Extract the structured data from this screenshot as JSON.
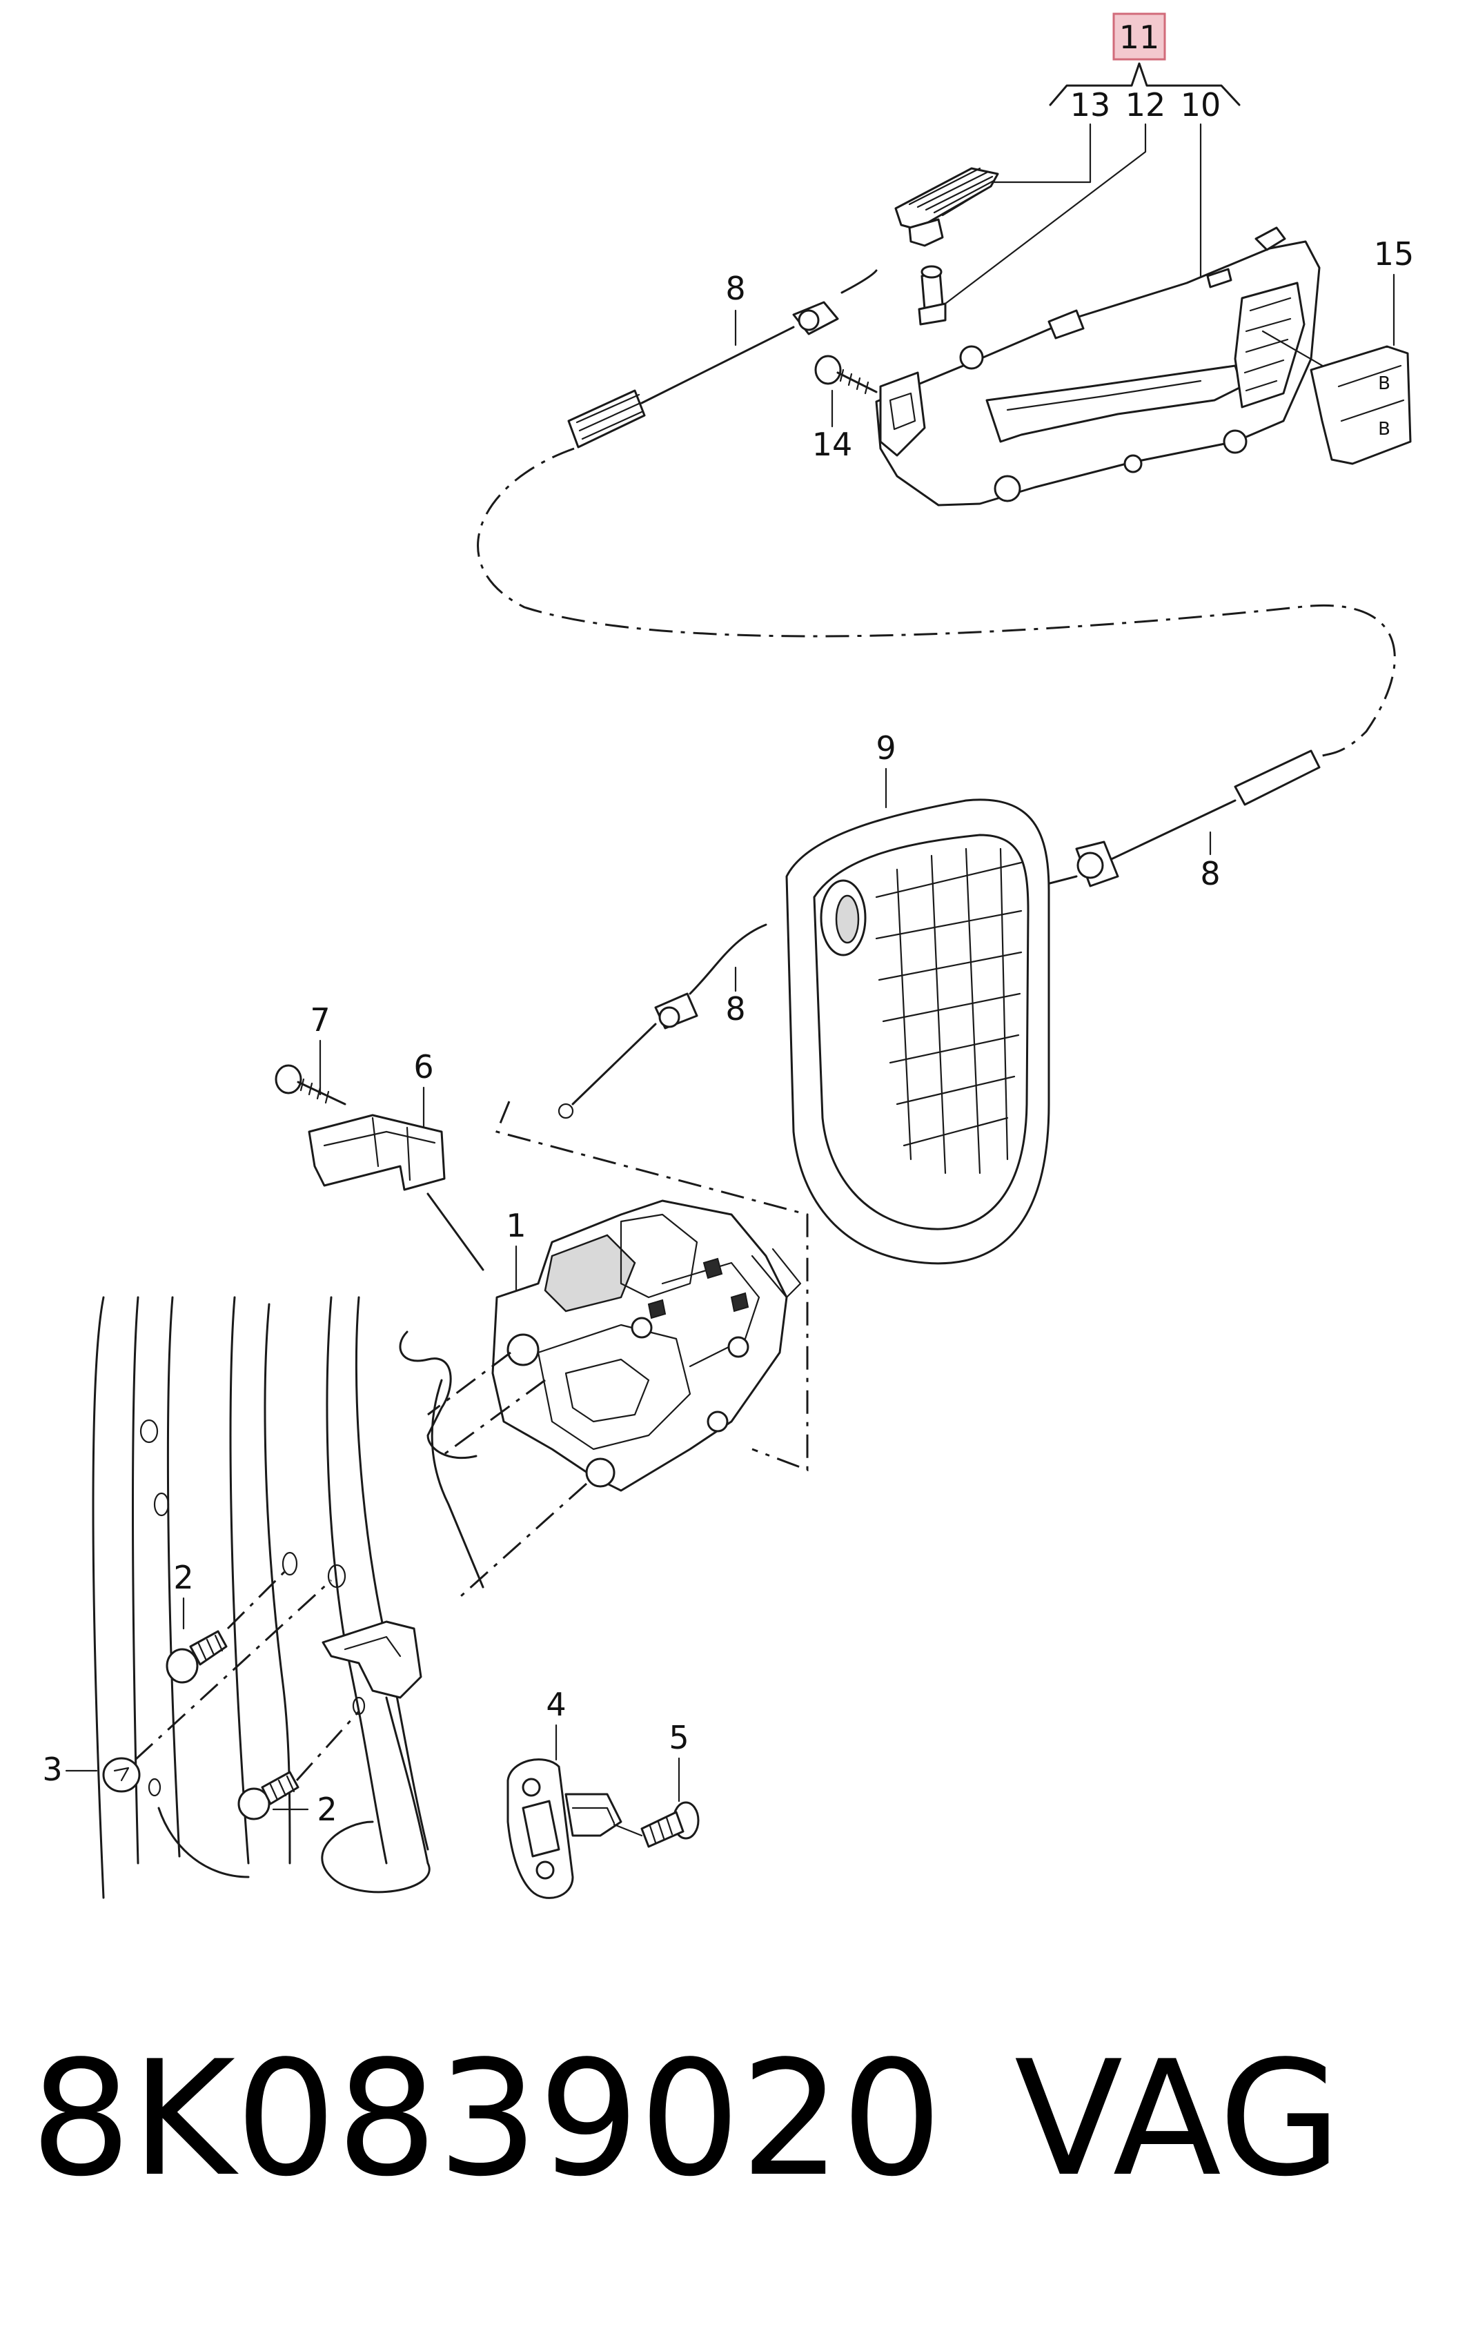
{
  "diagram": {
    "highlight_color": "#f3c9cf",
    "highlight_border": "#d16b7a",
    "callouts": {
      "c11": "11",
      "c13": "13",
      "c12": "12",
      "c10": "10",
      "c15": "15",
      "c8a": "8",
      "c14": "14",
      "c9": "9",
      "c8b": "8",
      "c8c": "8",
      "c7": "7",
      "c6": "6",
      "c1": "1",
      "c2a": "2",
      "c3": "3",
      "c2b": "2",
      "c4": "4",
      "c5": "5"
    }
  },
  "footer": {
    "part_number": "8K0839020",
    "brand": "VAG"
  }
}
